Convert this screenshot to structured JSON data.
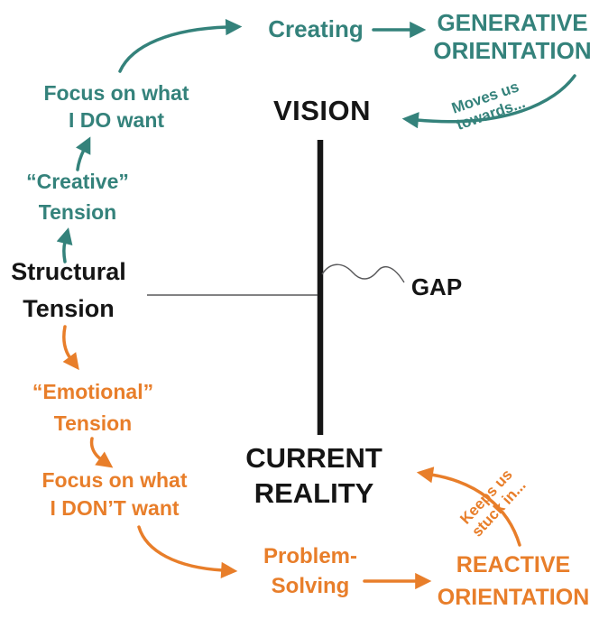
{
  "colors": {
    "teal": "#34827B",
    "orange": "#E87E2A",
    "ink": "#151515",
    "line_gray": "#58585a",
    "bg": "#ffffff"
  },
  "labels": {
    "creating": "Creating",
    "generative_line1": "GENERATIVE",
    "generative_line2": "ORIENTATION",
    "vision": "VISION",
    "moves_line1": "Moves us",
    "moves_line2": "towards...",
    "focus_do_line1": "Focus on what",
    "focus_do_line2": "I DO want",
    "creative_line1": "“Creative”",
    "creative_line2": "Tension",
    "structural_line1": "Structural",
    "structural_line2": "Tension",
    "gap": "GAP",
    "emotional_line1": "“Emotional”",
    "emotional_line2": "Tension",
    "focus_dont_line1": "Focus on what",
    "focus_dont_line2": "I DON’T want",
    "problem_line1": "Problem-",
    "problem_line2": "Solving",
    "reactive_line1": "REACTIVE",
    "reactive_line2": "ORIENTATION",
    "keeps_line1": "Keeps us",
    "keeps_line2": "stuck in...",
    "current_line1": "CURRENT",
    "current_line2": "REALITY"
  }
}
